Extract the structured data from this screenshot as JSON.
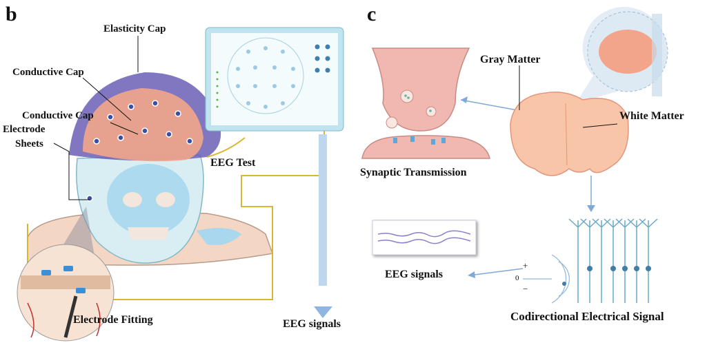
{
  "panel_b": {
    "letter": "b",
    "labels": {
      "elasticity_cap": "Elasticity Cap",
      "conductive_cap_1": "Conductive Cap",
      "conductive_cap_2": "Conductive Cap",
      "electrode_sheets_line1": "Electrode",
      "electrode_sheets_line2": "Sheets",
      "eeg_test": "EEG Test",
      "electrode_fitting": "Electrode Fitting",
      "eeg_signals": "EEG signals"
    }
  },
  "panel_c": {
    "letter": "c",
    "labels": {
      "gray_matter": "Gray Matter",
      "white_matter": "White Matter",
      "synaptic_transmission": "Synaptic Transmission",
      "eeg_signals": "EEG signals",
      "codirectional_signal": "Codirectional Electrical Signal",
      "plus": "+",
      "zero": "0",
      "minus": "−"
    }
  },
  "colors": {
    "cap_purple": "#6b5fb5",
    "brain_pink": "#f2a58a",
    "skull_blue": "#a9d7ee",
    "wire_yellow": "#d9b630",
    "arrow_blue": "#7fa9d6",
    "monitor_frame": "#bfe3ef"
  }
}
